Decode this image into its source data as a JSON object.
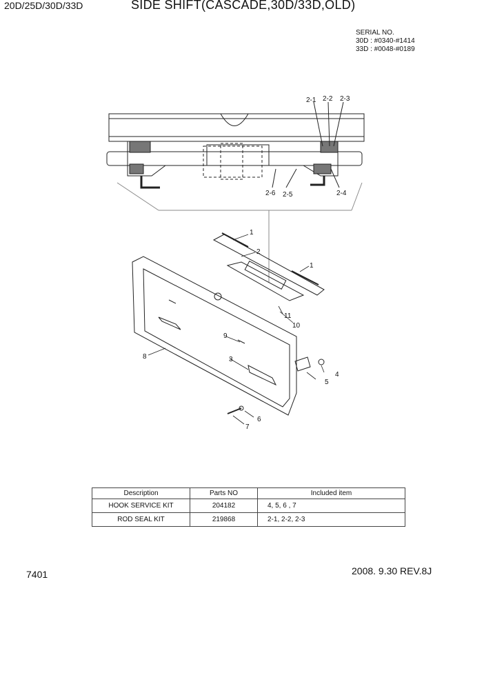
{
  "header": {
    "model": "20D/25D/30D/33D",
    "title": "SIDE SHIFT(CASCADE,30D/33D,OLD)"
  },
  "serial": {
    "heading": "SERIAL NO.",
    "lines": [
      "30D : #0340-#1414",
      "33D : #0048-#0189"
    ]
  },
  "diagram": {
    "callouts_top": [
      "2-1",
      "2-2",
      "2-3",
      "2-4",
      "2-5",
      "2-6"
    ],
    "callouts_main": [
      "1",
      "2",
      "1",
      "11",
      "10",
      "9",
      "8",
      "3",
      "4",
      "5",
      "6",
      "7"
    ]
  },
  "table": {
    "headers": [
      "Description",
      "Parts NO",
      "Included item"
    ],
    "rows": [
      [
        "HOOK SERVICE KIT",
        "204182",
        "4, 5, 6 , 7"
      ],
      [
        "ROD SEAL KIT",
        "219868",
        "2-1, 2-2, 2-3"
      ]
    ]
  },
  "footer": {
    "page": "7401",
    "revision": "2008. 9.30  REV.8J"
  }
}
